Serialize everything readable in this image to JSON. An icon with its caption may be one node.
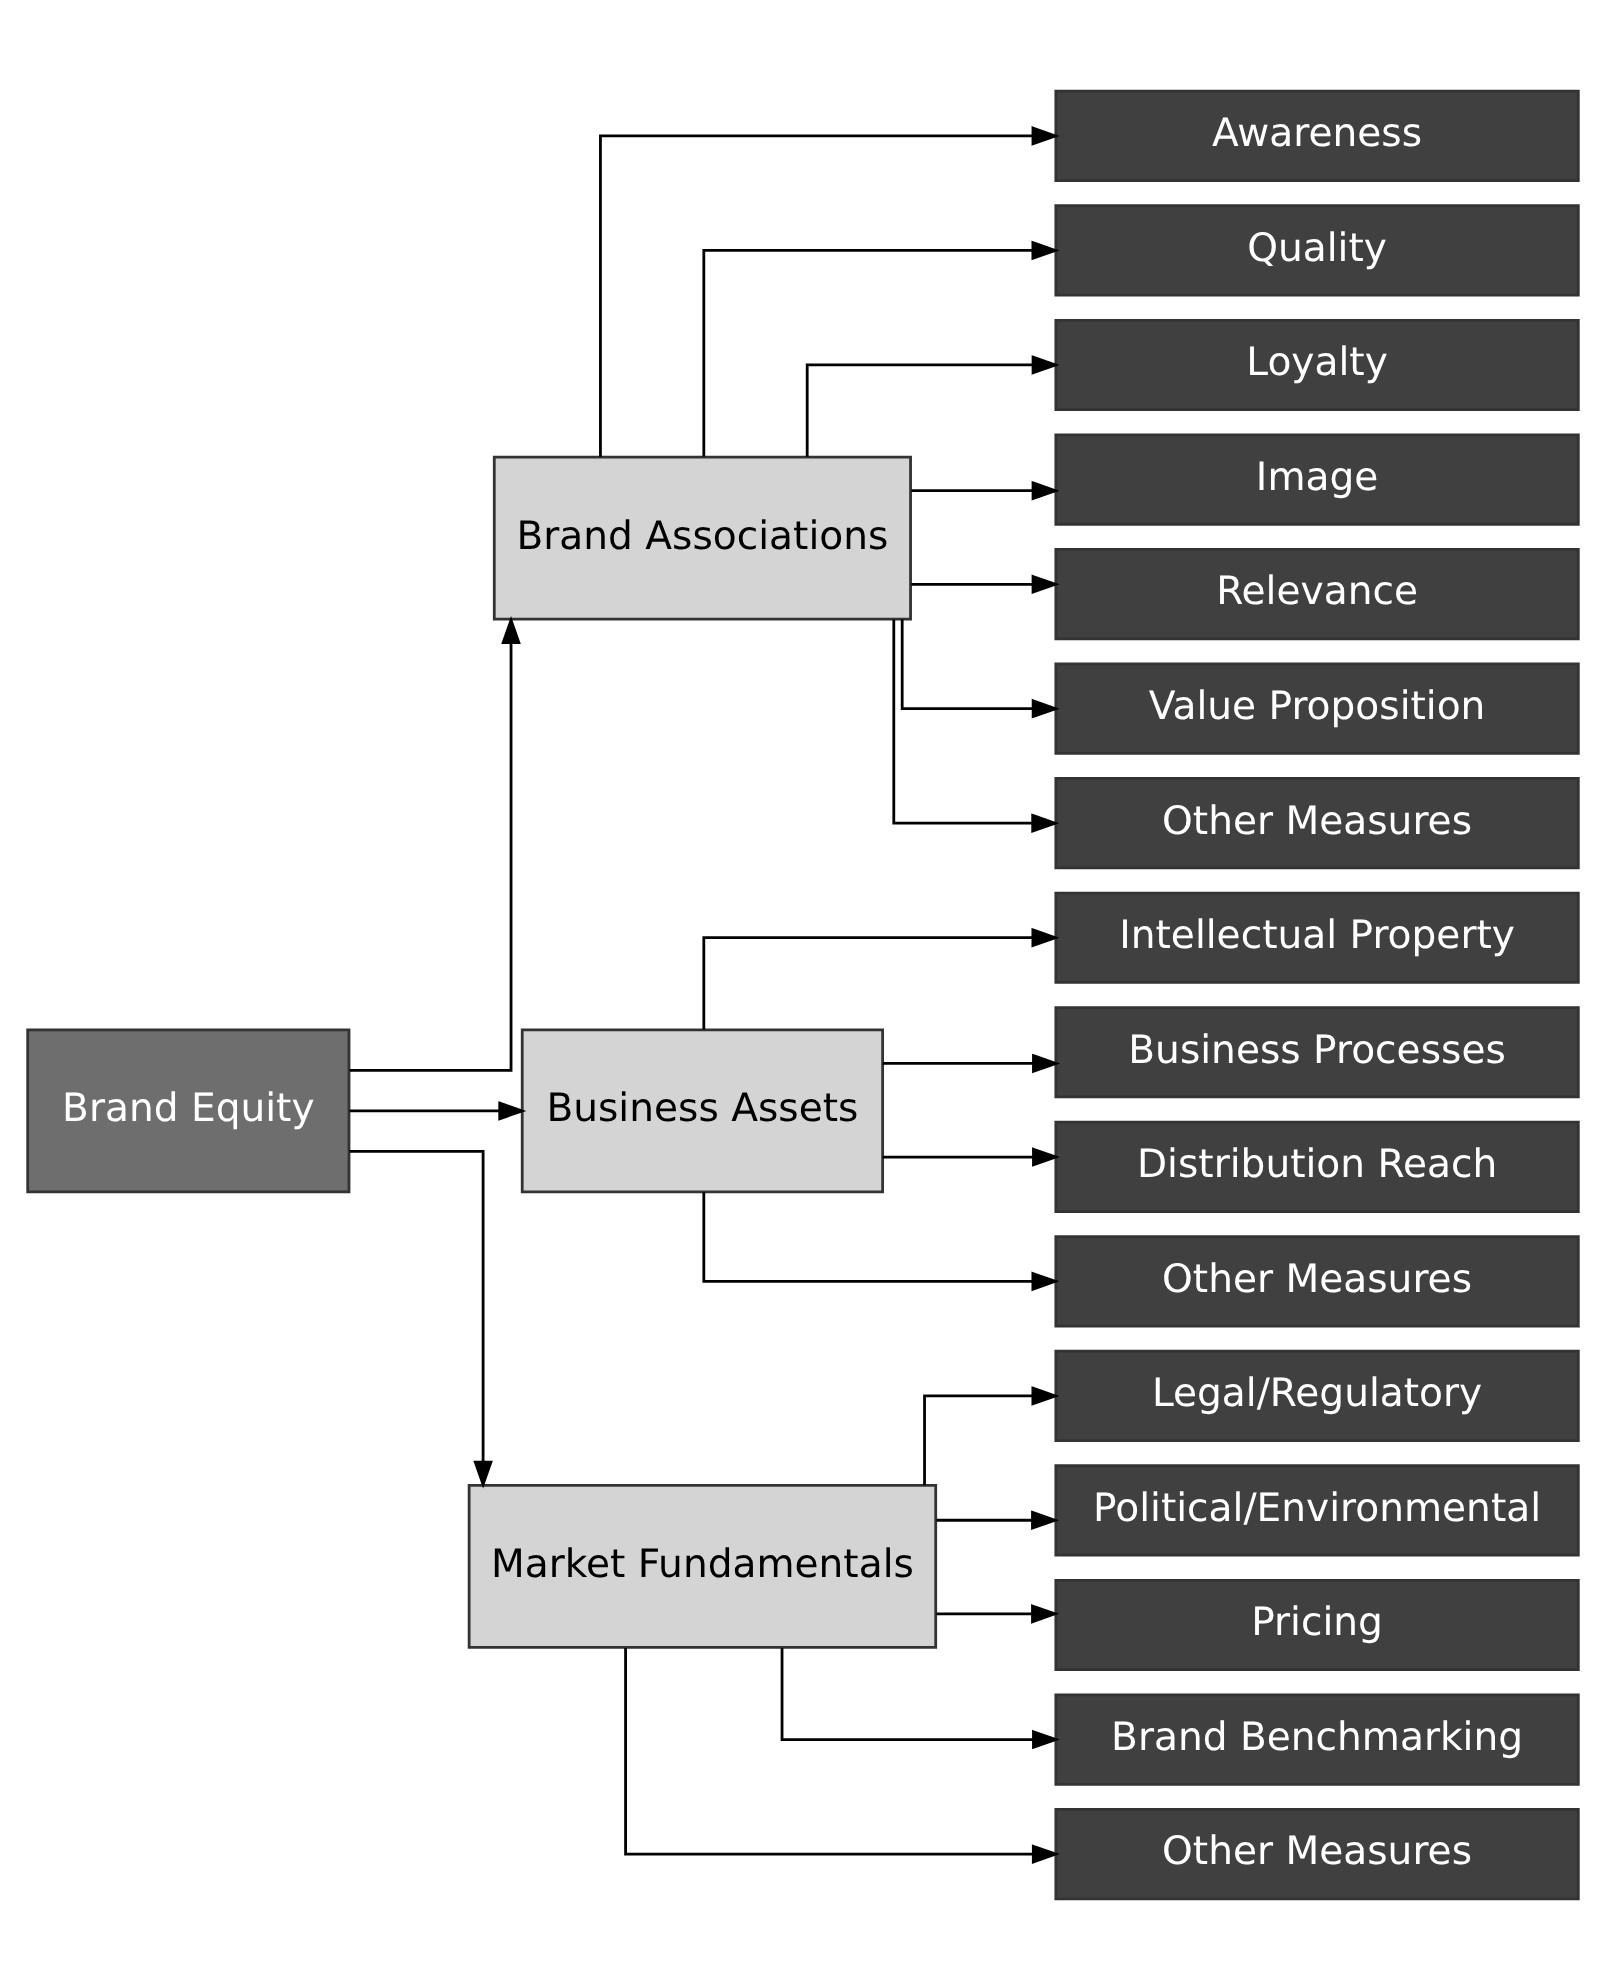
{
  "diagram": {
    "nodes": [
      {
        "text": [
          "Brand Equity"
        ]
      },
      {
        "text": [
          "Brand Associations"
        ]
      },
      {
        "text": [
          "Business Assets"
        ]
      },
      {
        "text": [
          "Market Fundamentals"
        ]
      },
      {
        "text": [
          "Awareness"
        ]
      },
      {
        "text": [
          "Quality"
        ]
      },
      {
        "text": [
          "Loyalty"
        ]
      },
      {
        "text": [
          "Image"
        ]
      },
      {
        "text": [
          "Relevance"
        ]
      },
      {
        "text": [
          "Value Proposition"
        ]
      },
      {
        "text": [
          "Other Measures"
        ]
      },
      {
        "text": [
          "Intellectual Property"
        ]
      },
      {
        "text": [
          "Business Processes"
        ]
      },
      {
        "text": [
          "Distribution Reach"
        ]
      },
      {
        "text": [
          "Other Measures"
        ]
      },
      {
        "text": [
          "Legal/Regulatory"
        ]
      },
      {
        "text": [
          "Political/Environmental"
        ]
      },
      {
        "text": [
          "Pricing"
        ]
      },
      {
        "text": [
          "Brand Benchmarking"
        ]
      },
      {
        "text": [
          "Other Measures"
        ]
      }
    ],
    "edges": [
      {
        "from": 0,
        "to": 1,
        "arrow": "to"
      },
      {
        "from": 0,
        "to": 2,
        "arrow": "to"
      },
      {
        "from": 0,
        "to": 3,
        "arrow": "to"
      },
      {
        "from": 1,
        "to": 4,
        "arrow": "to"
      },
      {
        "from": 1,
        "to": 5,
        "arrow": "to"
      },
      {
        "from": 1,
        "to": 6,
        "arrow": "to"
      },
      {
        "from": 1,
        "to": 7,
        "arrow": "to"
      },
      {
        "from": 1,
        "to": 8,
        "arrow": "to"
      },
      {
        "from": 1,
        "to": 9,
        "arrow": "to"
      },
      {
        "from": 1,
        "to": 10,
        "arrow": "to"
      },
      {
        "from": 2,
        "to": 11,
        "arrow": "to"
      },
      {
        "from": 2,
        "to": 12,
        "arrow": "to"
      },
      {
        "from": 2,
        "to": 13,
        "arrow": "to"
      },
      {
        "from": 2,
        "to": 14,
        "arrow": "to"
      },
      {
        "from": 3,
        "to": 15,
        "arrow": "to"
      },
      {
        "from": 3,
        "to": 16,
        "arrow": "to"
      },
      {
        "from": 3,
        "to": 17,
        "arrow": "to"
      },
      {
        "from": 3,
        "to": 18,
        "arrow": "to"
      },
      {
        "from": 3,
        "to": 19,
        "arrow": "to"
      }
    ]
  }
}
